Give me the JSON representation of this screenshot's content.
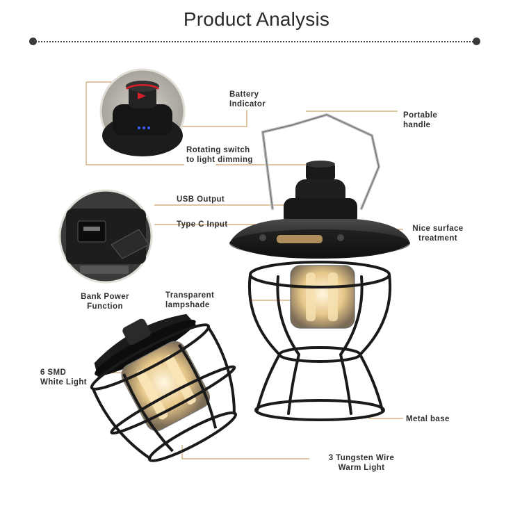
{
  "title": "Product Analysis",
  "accent_line_color": "#c9a36a",
  "labels": {
    "battery_indicator": [
      "Battery",
      "Indicator"
    ],
    "rotating_switch": [
      "Rotating switch",
      "to light dimming"
    ],
    "portable_handle": [
      "Portable",
      "handle"
    ],
    "usb_output": "USB Output",
    "type_c_input": "Type C Input",
    "nice_surface": [
      "Nice surface",
      "treatment"
    ],
    "bank_power": [
      "Bank Power",
      "Function"
    ],
    "transparent_lampshade": [
      "Transparent",
      "lampshade"
    ],
    "smd_white_light": [
      "6 SMD",
      "White Light"
    ],
    "metal_base": "Metal base",
    "tungsten_wire": [
      "3 Tungsten Wire",
      "Warm Light"
    ]
  }
}
